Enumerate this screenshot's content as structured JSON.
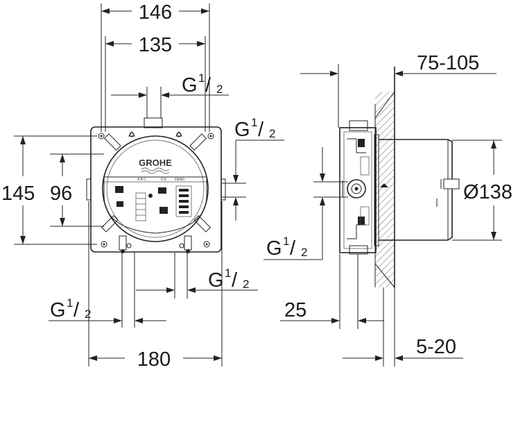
{
  "brand": {
    "logo_text": "GROHE"
  },
  "front_view": {
    "width_outer": "146",
    "width_inner": "135",
    "top_thread": "G",
    "top_thread_num": "1",
    "top_thread_den": "2",
    "height_outer": "145",
    "height_inner": "96",
    "right_thread": "G",
    "right_thread_num": "1",
    "right_thread_den": "2",
    "bottom_right_thread": "G",
    "bottom_right_thread_num": "1",
    "bottom_right_thread_den": "2",
    "bottom_left_thread": "G",
    "bottom_left_thread_num": "1",
    "bottom_left_thread_den": "2",
    "total_width": "180",
    "panel_labels": {
      "abc": "A B C",
      "de": "D E",
      "dead": "DEAD"
    }
  },
  "side_view": {
    "depth_range": "75-105",
    "diameter": "Ø138",
    "thread": "G",
    "thread_num": "1",
    "thread_den": "2",
    "offset": "25",
    "wall_range": "5-20"
  }
}
